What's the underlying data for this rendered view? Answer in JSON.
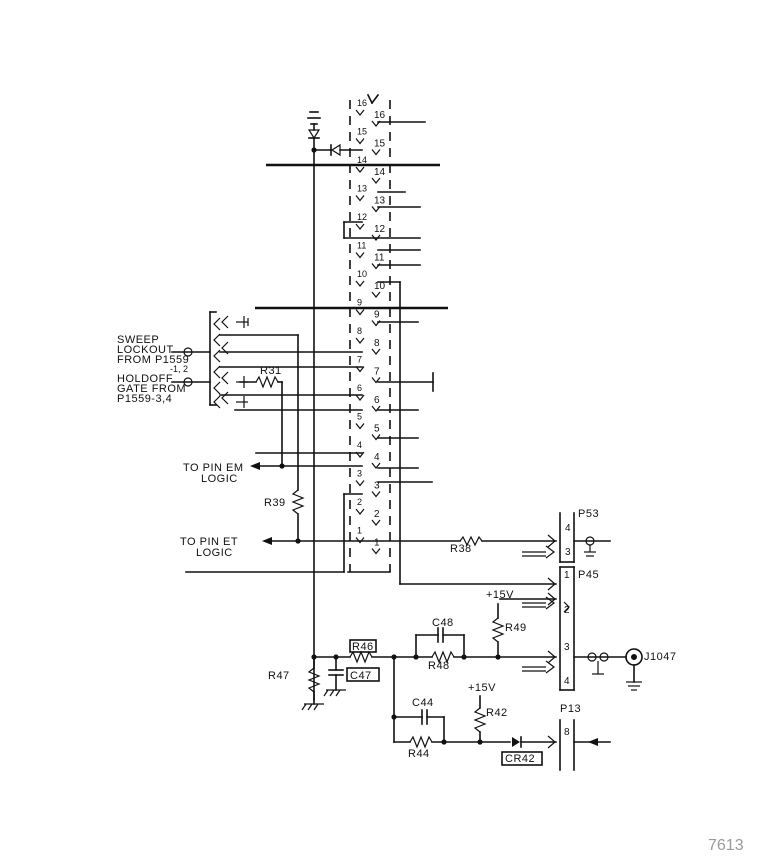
{
  "labels": {
    "sweep": "SWEEP",
    "lockout": "LOCKOUT",
    "from_p1559": "FROM P1559",
    "p1559_pins_12": "-1, 2",
    "holdoff": "HOLDOFF",
    "gate_from": "GATE FROM",
    "p1559_pins_34": "P1559-3,4",
    "to_pin_em": "TO PIN EM",
    "em_logic": "LOGIC",
    "to_pin_et": "TO PIN ET",
    "et_logic": "LOGIC",
    "plus15v_a": "+15V",
    "plus15v_b": "+15V",
    "watermark": "7613"
  },
  "components": {
    "r31": "R31",
    "r39": "R39",
    "r38": "R38",
    "r47": "R47",
    "r46": "R46",
    "c47": "C47",
    "c48": "C48",
    "r48": "R48",
    "r49": "R49",
    "c44": "C44",
    "r44": "R44",
    "r42": "R42",
    "cr42": "CR42"
  },
  "connectors": {
    "p53": "P53",
    "p45": "P45",
    "p13": "P13",
    "j1047": "J1047"
  },
  "connector_pins": {
    "p53": [
      "4",
      "3"
    ],
    "p45": [
      "1",
      "2",
      "3",
      "4"
    ],
    "p13": [
      "8"
    ]
  },
  "header_pins_left": [
    "16",
    "15",
    "14",
    "13",
    "12",
    "11",
    "10",
    "9",
    "8",
    "7",
    "6",
    "5",
    "4",
    "3",
    "2",
    "1"
  ],
  "header_pins_right": [
    "16",
    "15",
    "14",
    "13",
    "12",
    "11",
    "10",
    "9",
    "8",
    "7",
    "6",
    "5",
    "4",
    "3",
    "2",
    "1"
  ]
}
